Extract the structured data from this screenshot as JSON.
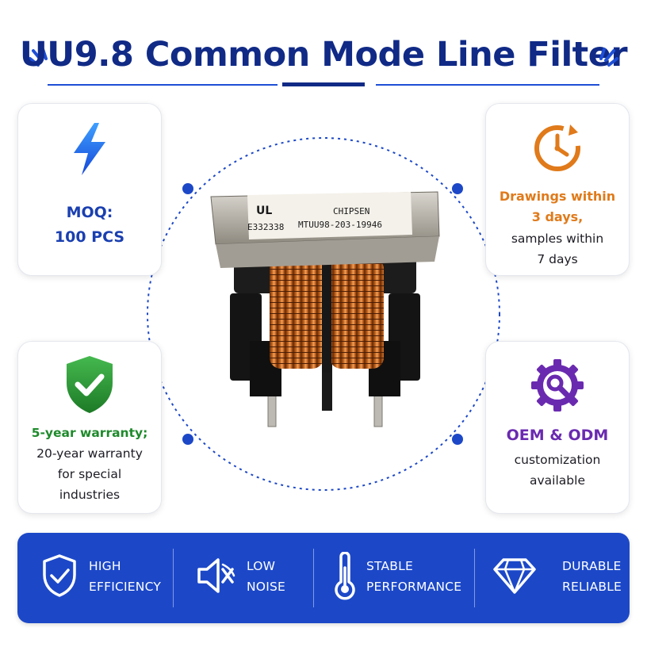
{
  "title": "UU9.8 Common Mode Line Filter",
  "colors": {
    "title": "#102a86",
    "accent_blue": "#1c48c8",
    "orange": "#e07a1a",
    "green": "#1d8a2a",
    "purple": "#6a2ab0"
  },
  "cards": {
    "moq": {
      "icon": "lightning-bolt-icon",
      "line1": "MOQ:",
      "line2": "100 PCS"
    },
    "drawings": {
      "icon": "clock-icon",
      "line1": "Drawings within",
      "line2": "3 days,",
      "line3": "samples within",
      "line4": "7 days"
    },
    "warranty": {
      "icon": "shield-check-icon",
      "line1": "5-year warranty;",
      "line2": "20-year warranty",
      "line3": "for special",
      "line4": "industries"
    },
    "oem": {
      "icon": "gear-wrench-icon",
      "line1": "OEM & ODM",
      "line2": "customization",
      "line3": "available"
    }
  },
  "product": {
    "label_brand": "CHIPSEN",
    "label_cert": "E332338",
    "label_part": "MTUU98-203-19946",
    "label_mark": "UL"
  },
  "features": [
    {
      "icon": "shield-check-outline-icon",
      "line1": "HIGH",
      "line2": "EFFICIENCY"
    },
    {
      "icon": "speaker-mute-icon",
      "line1": "LOW",
      "line2": "NOISE"
    },
    {
      "icon": "thermometer-icon",
      "line1": "STABLE",
      "line2": "PERFORMANCE"
    },
    {
      "icon": "diamond-icon",
      "line1": "DURABLE",
      "line2": "RELIABLE"
    }
  ]
}
